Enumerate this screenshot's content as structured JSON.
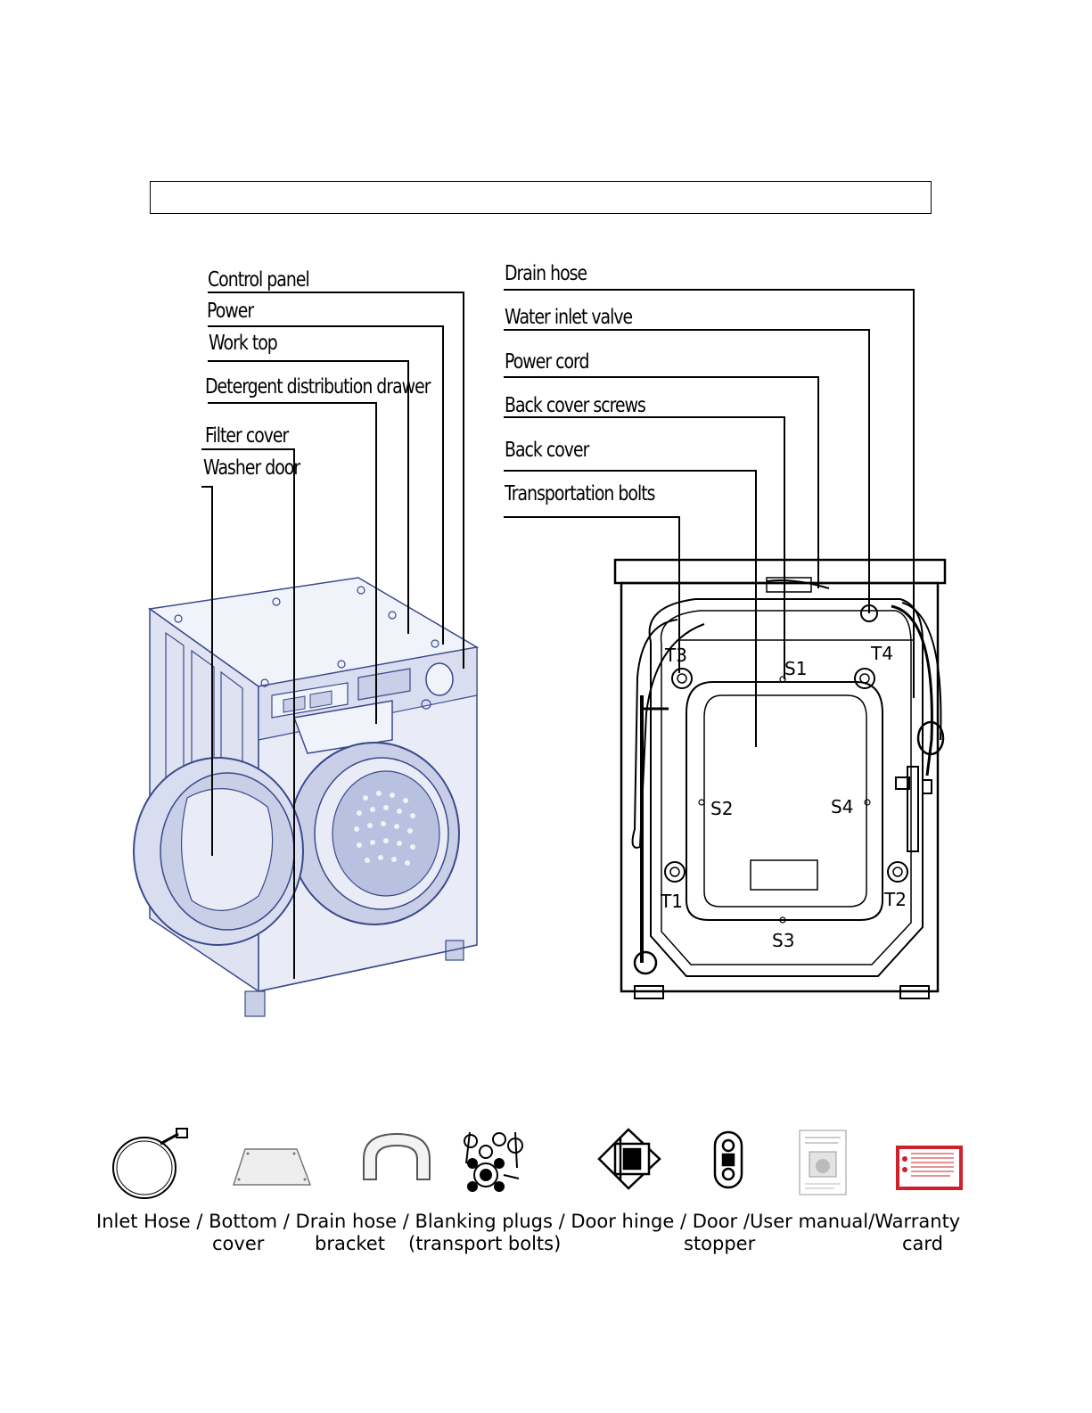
{
  "title_box_text": "",
  "front_labels": {
    "control_panel": "Control panel",
    "power": "Power",
    "work_top": "Work top",
    "detergent_drawer": "Detergent distribution drawer",
    "filter_cover": "Filter cover",
    "washer_door": "Washer door"
  },
  "back_labels": {
    "drain_hose": "Drain hose",
    "water_inlet_valve": "Water inlet valve",
    "power_cord": "Power cord",
    "back_cover_screws": "Back cover screws",
    "back_cover": "Back cover",
    "transportation_bolts": "Transportation bolts"
  },
  "back_markers": {
    "t1": "T1",
    "t2": "T2",
    "t3": "T3",
    "t4": "T4",
    "s1": "S1",
    "s2": "S2",
    "s3": "S3",
    "s4": "S4"
  },
  "accessories": {
    "line1": "Inlet Hose / Bottom / Drain hose / Blanking plugs / Door hinge / Door /User manual/Warranty",
    "bottom_cover_2": "cover",
    "drain_bracket_2": "bracket",
    "blanking_plugs_2": "(transport bolts)",
    "door_stopper_2": "stopper",
    "warranty_card_2": "card"
  },
  "colors": {
    "line": "#000000",
    "machine_fill": "#e9ecf6",
    "machine_shade": "#c9cfe6",
    "machine_outline": "#3a4a8c",
    "warranty_red": "#d0202a"
  }
}
